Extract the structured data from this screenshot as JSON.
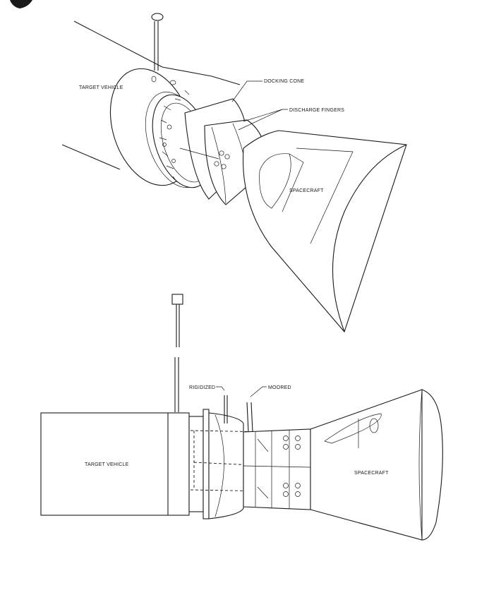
{
  "top_view": {
    "target_vehicle": "TARGET VEHICLE",
    "docking_cone": "DOCKING CONE",
    "discharge_fingers": "DISCHARGE FINGERS",
    "spacecraft": "SPACECRAFT"
  },
  "bottom_view": {
    "rigidized": "RIGIDIZED",
    "moored": "MOORED",
    "target_vehicle": "TARGET VEHICLE",
    "spacecraft": "SPACECRAFT"
  }
}
